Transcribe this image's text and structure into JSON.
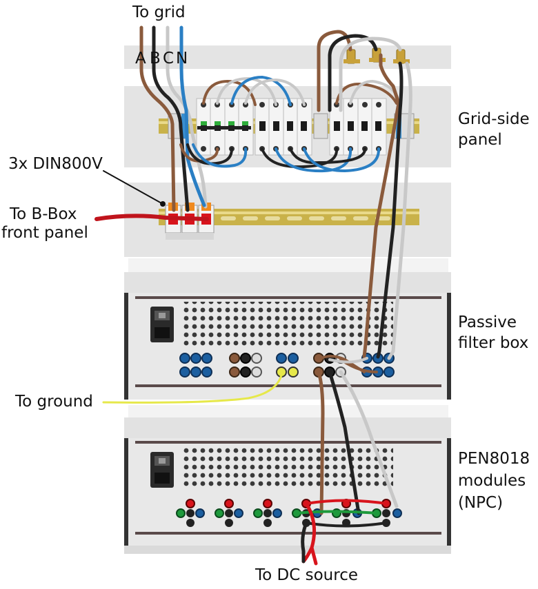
{
  "labels": {
    "to_grid": "To grid",
    "phase_a": "A",
    "phase_b": "B",
    "phase_c": "C",
    "phase_n": "N",
    "grid_side_panel_line1": "Grid-side",
    "grid_side_panel_line2": "panel",
    "din_count": "3x DIN800V",
    "bbox_line1": "To B-Box",
    "bbox_line2": "front panel",
    "passive_line1": "Passive",
    "passive_line2": "filter box",
    "to_ground": "To ground",
    "pen_line1": "PEN8018",
    "pen_line2": "modules",
    "pen_line3": "(NPC)",
    "to_dc": "To DC source"
  },
  "colors": {
    "wire_brown": "#8a5a3c",
    "wire_black": "#222222",
    "wire_grey": "#c8c8c8",
    "wire_blue": "#2a7fc4",
    "wire_red": "#d8141c",
    "wire_yellow": "#e6e84a",
    "wire_green": "#1e9a3c",
    "panel": "#e6e6e6",
    "din_rail": "#c9b24a",
    "box": "#ececec"
  }
}
